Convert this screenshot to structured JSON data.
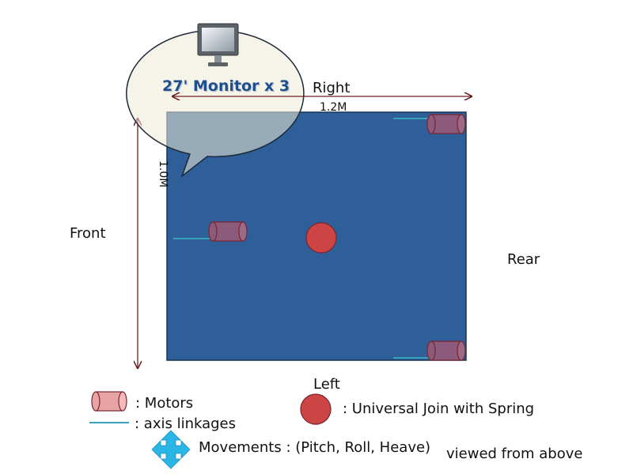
{
  "callout": {
    "text": "27' Monitor x 3",
    "icon": "monitor-icon"
  },
  "labels": {
    "right": "Right",
    "left": "Left",
    "front": "Front",
    "rear": "Rear",
    "width": "1.2M",
    "depth": "1.0M"
  },
  "legend": {
    "motors": ": Motors",
    "axis": ": axis linkages",
    "joint": ": Universal Join with Spring",
    "movements": "Movements : (Pitch, Roll, Heave)",
    "view": "viewed from above"
  },
  "colors": {
    "platform": "#2f5f98",
    "motor": "#8c5a7a",
    "joint": "#cc4444",
    "axis": "#36a3b8",
    "dimension_arrow": "#6b2020",
    "callout": "#eeead6",
    "movement_arrows": "#29b6e6"
  }
}
